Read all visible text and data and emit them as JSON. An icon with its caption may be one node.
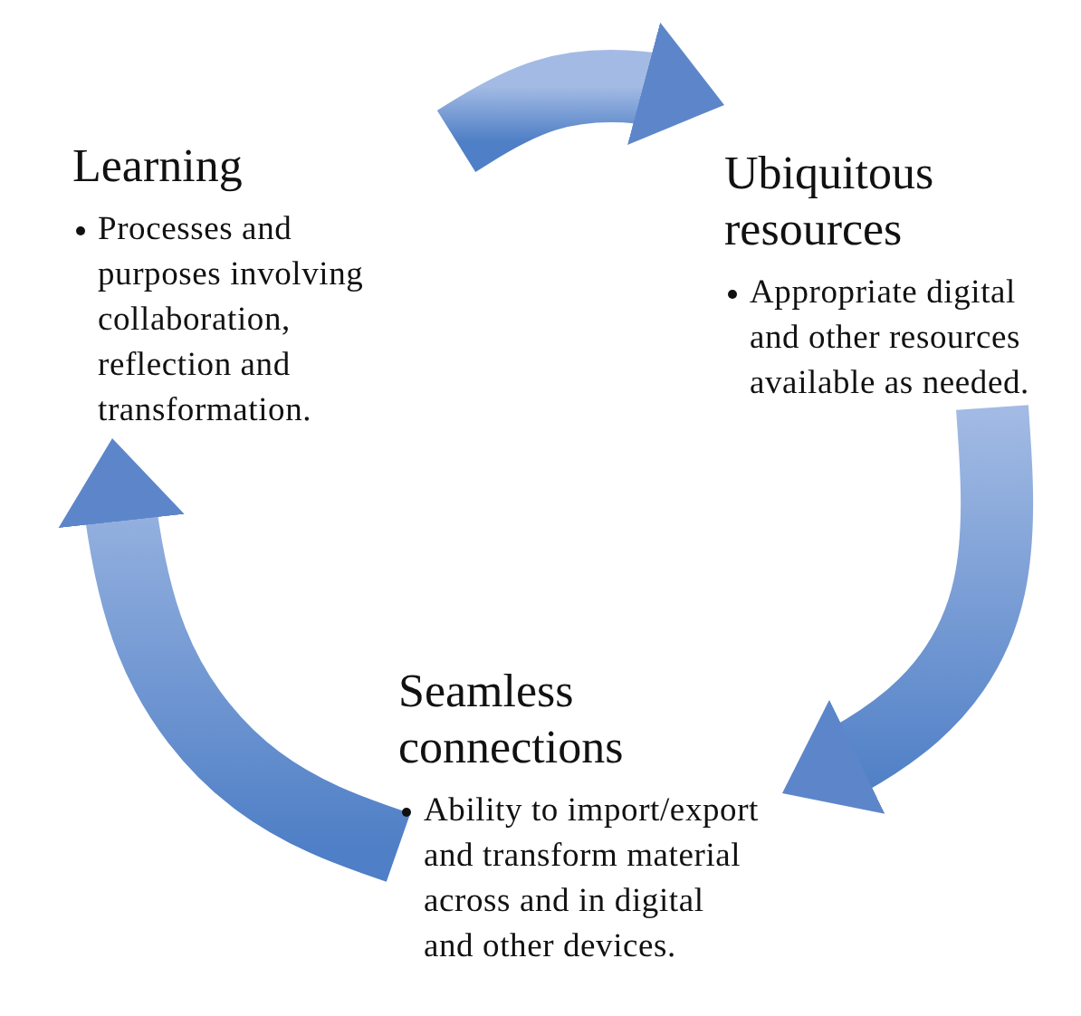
{
  "diagram": {
    "nodes": [
      {
        "text": [
          "Learning",
          "Processes and purposes involving collaboration, reflection and transformation."
        ]
      },
      {
        "text": [
          "Ubiquitous resources",
          "Appropriate digital and other resources available as needed."
        ]
      },
      {
        "text": [
          "Seamless connections",
          "Ability to import/export and transform material across and in digital and other devices."
        ]
      }
    ],
    "edges": [
      {
        "from": 0,
        "to": 1,
        "arrow": "to"
      },
      {
        "from": 1,
        "to": 2,
        "arrow": "to"
      },
      {
        "from": 2,
        "to": 0,
        "arrow": "to"
      }
    ]
  }
}
